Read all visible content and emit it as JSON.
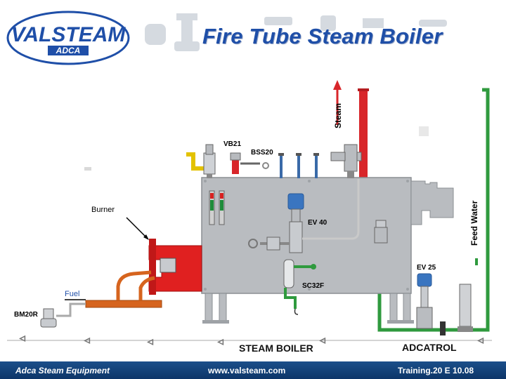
{
  "header": {
    "logo_top": "VALSTEAM",
    "logo_bottom": "ADCA",
    "title": "Fire Tube Steam Boiler"
  },
  "labels": {
    "steam": "Steam",
    "feed_water": "Feed Water",
    "burner": "Burner",
    "fuel": "Fuel",
    "vb21": "VB21",
    "bss20": "BSS20",
    "ev40": "EV 40",
    "sc32f": "SC32F",
    "ev25": "EV 25",
    "bm20r": "BM20R",
    "steam_boiler": "STEAM BOILER",
    "adcatrol": "ADCATROL"
  },
  "footer": {
    "left": "Adca Steam Equipment",
    "center": "www.valsteam.com",
    "right": "Training.20 E 10.08"
  },
  "colors": {
    "steam_pipe": "#d8262a",
    "feed_water_pipe": "#2f9a3e",
    "boiler_body": "#b9bcc0",
    "burner": "#e02020",
    "fuel_pipe": "#d6641e",
    "footer": "#164a84",
    "title": "#1f4fa8"
  }
}
